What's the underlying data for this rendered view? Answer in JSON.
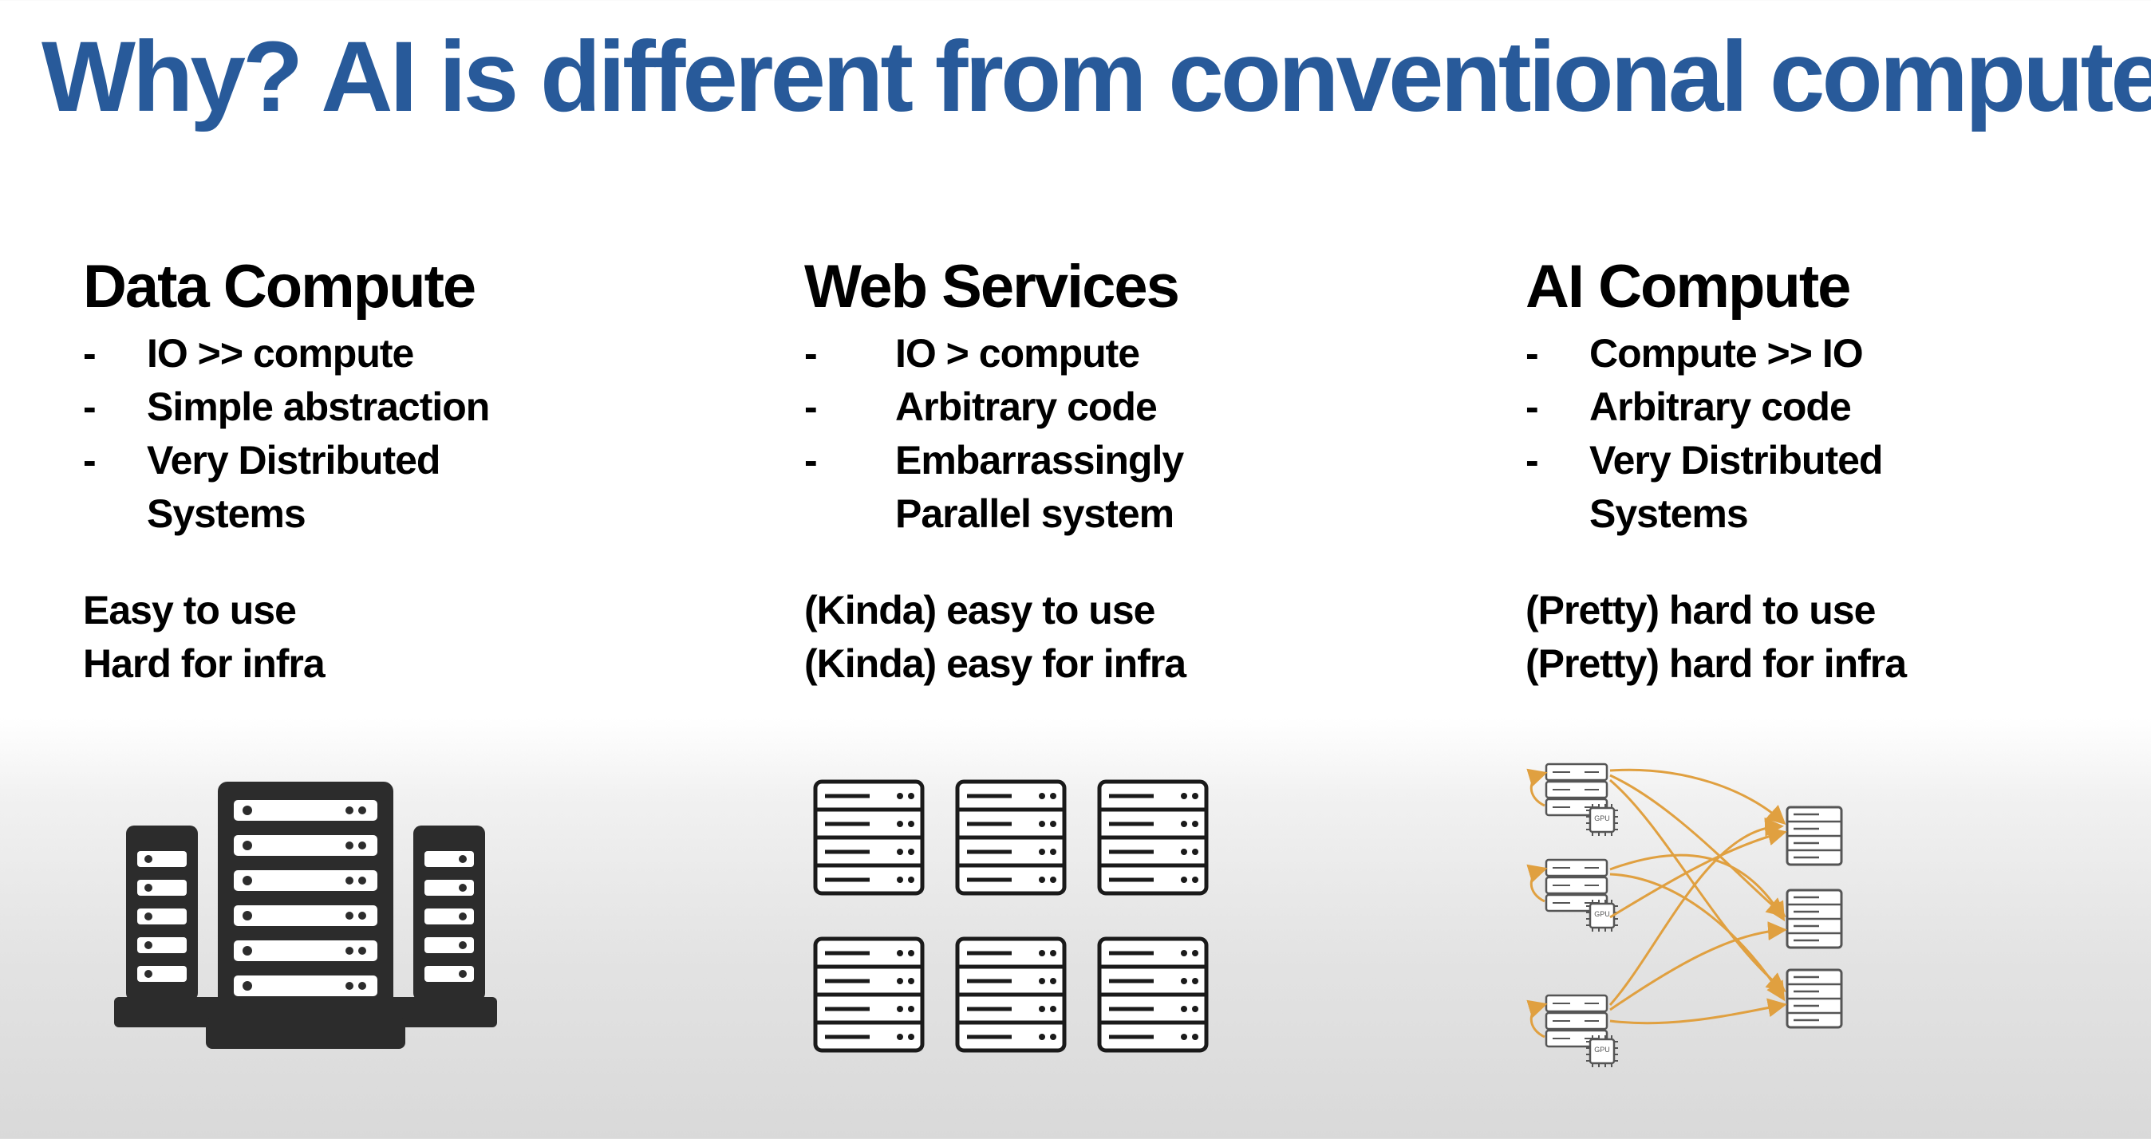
{
  "slide": {
    "title": "Why? AI is different from conventional compute",
    "title_color": "#285a9a"
  },
  "columns": [
    {
      "heading": "Data Compute",
      "bullets": [
        "IO >> compute",
        "Simple abstraction",
        "Very Distributed Systems"
      ],
      "notes": [
        "Easy to use",
        "Hard for infra"
      ],
      "illustration": "server-rack-icon"
    },
    {
      "heading": "Web Services",
      "bullets": [
        "IO > compute",
        "Arbitrary code",
        "Embarrassingly Parallel system"
      ],
      "notes": [
        "(Kinda) easy to use",
        "(Kinda) easy for infra"
      ],
      "illustration": "server-grid-icon"
    },
    {
      "heading": "AI Compute",
      "bullets": [
        "Compute >> IO",
        "Arbitrary code",
        "Very Distributed Systems"
      ],
      "notes": [
        "(Pretty) hard to use",
        "(Pretty) hard for infra"
      ],
      "illustration": "gpu-cluster-diagram"
    }
  ],
  "bullet_marker": "-",
  "diagram": {
    "chip_label": "GPU",
    "arrow_color": "#e0a040"
  }
}
